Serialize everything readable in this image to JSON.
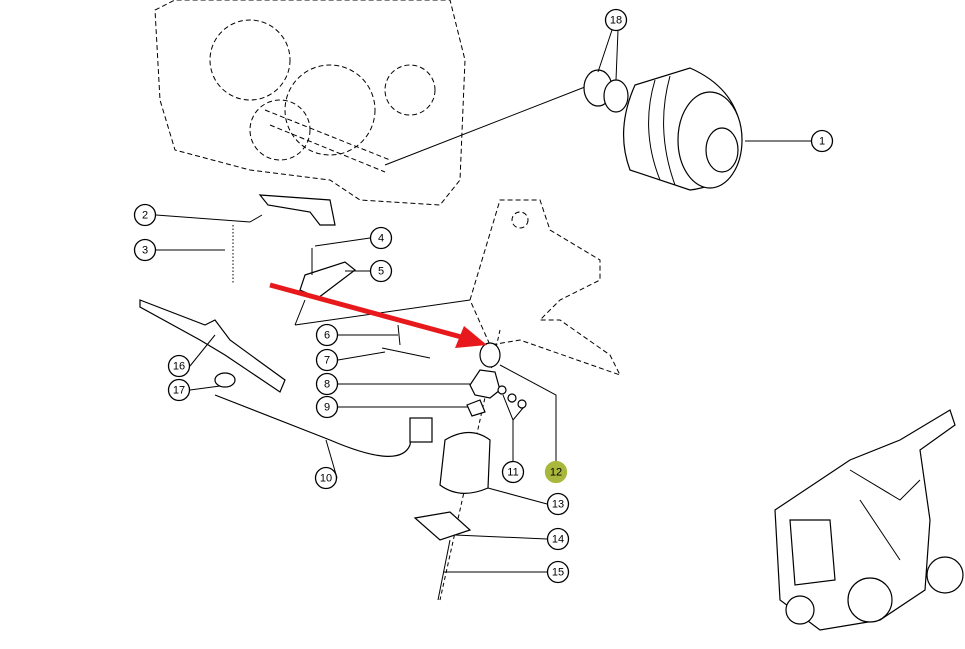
{
  "diagram": {
    "callouts": [
      "18",
      "1",
      "2",
      "3",
      "4",
      "5",
      "6",
      "7",
      "8",
      "9",
      "16",
      "17",
      "10",
      "11",
      "12",
      "13",
      "14",
      "15"
    ],
    "highlighted_callout": "12",
    "colors": {
      "highlight": "#a9b83c",
      "arrow": "#e8191c",
      "ink": "#000000"
    }
  }
}
